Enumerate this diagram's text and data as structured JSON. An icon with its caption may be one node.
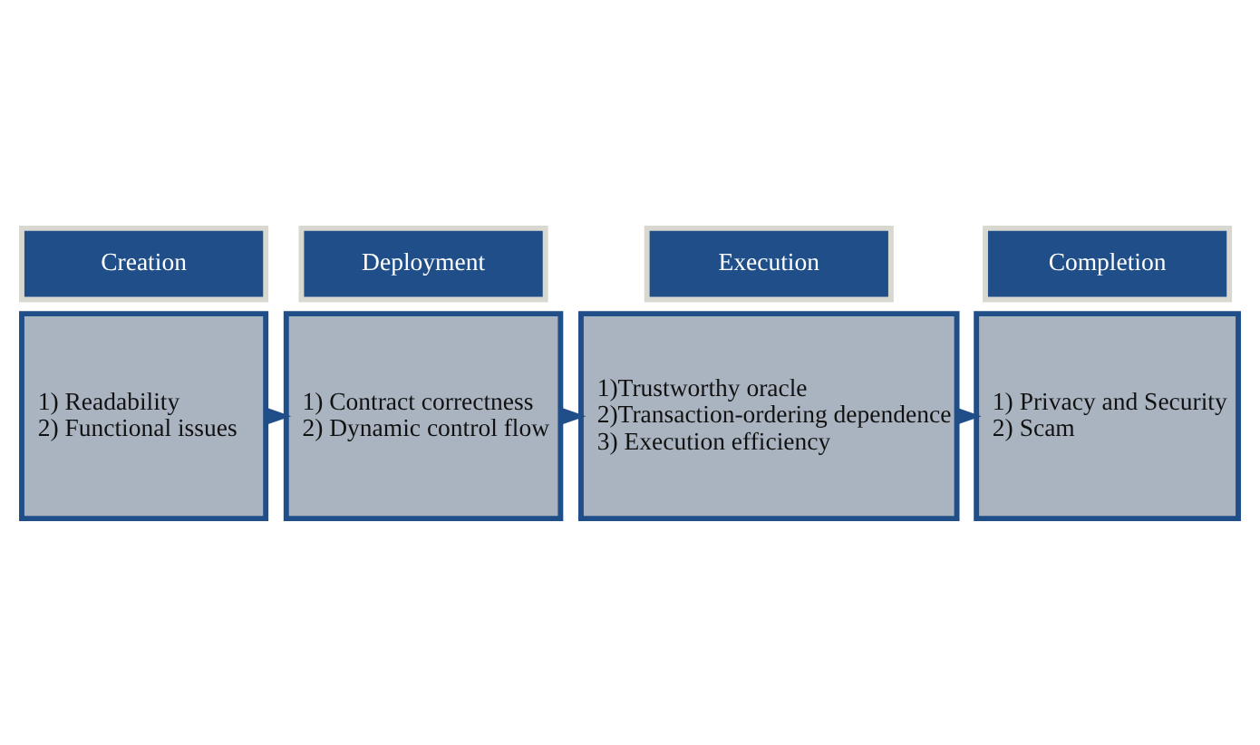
{
  "diagram": {
    "nodes": [
      {
        "text": [
          "Creation"
        ]
      },
      {
        "text": [
          "Deployment"
        ]
      },
      {
        "text": [
          "Execution"
        ]
      },
      {
        "text": [
          "Completion"
        ]
      },
      {
        "text": [
          "1) Readability",
          "2) Functional issues"
        ]
      },
      {
        "text": [
          "1) Contract correctness",
          "2) Dynamic control flow"
        ]
      },
      {
        "text": [
          "1)Trustworthy oracle",
          "2)Transaction-ordering dependence",
          "3) Execution efficiency"
        ]
      },
      {
        "text": [
          "1) Privacy and Security",
          "2) Scam"
        ]
      }
    ],
    "edges": [
      {
        "from": 4,
        "to": 5,
        "arrow": "to"
      },
      {
        "from": 5,
        "to": 6,
        "arrow": "to"
      },
      {
        "from": 6,
        "to": 7,
        "arrow": "to"
      }
    ]
  }
}
